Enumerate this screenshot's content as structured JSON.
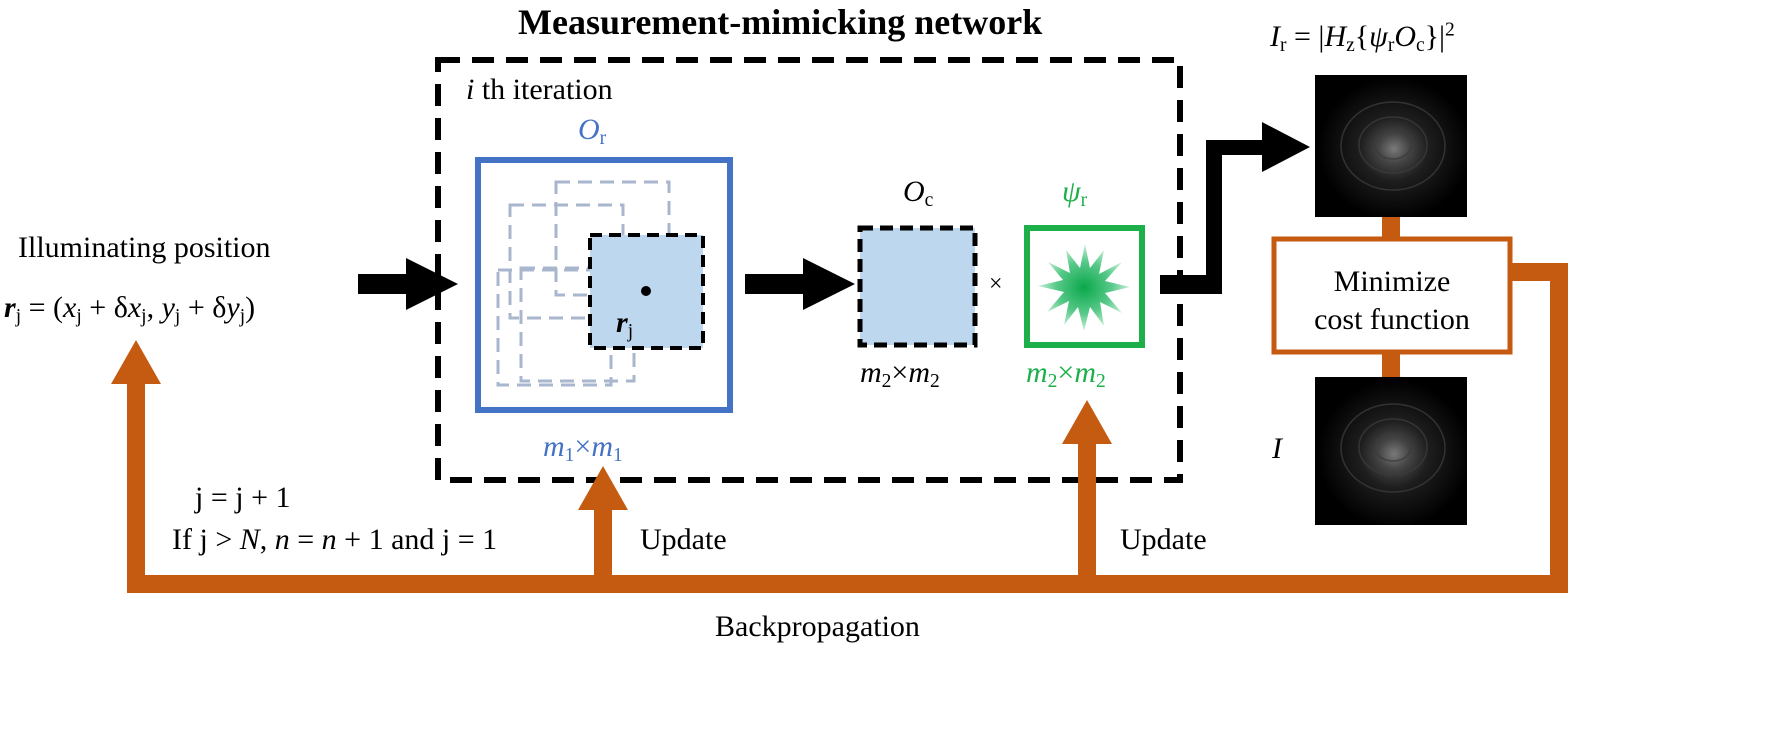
{
  "colors": {
    "blue": "#4472C4",
    "light_blue": "#BDD7EE",
    "green": "#1DB04A",
    "orange": "#C55A11",
    "black": "#000000"
  },
  "title": "Measurement-mimicking network",
  "iteration_label": {
    "var": "i",
    "text": " th iteration"
  },
  "illuminating": {
    "label": "Illuminating position",
    "formula": {
      "r": "r",
      "r_sub": "j",
      "eq": " = (",
      "x": "x",
      "x_sub": "j",
      "plus1": " + δ",
      "x2": "x",
      "x2_sub": "j",
      "comma": ", ",
      "y": "y",
      "y_sub": "j",
      "plus2": " + δ",
      "y2": "y",
      "y2_sub": "j",
      "close": ")"
    }
  },
  "object_box": {
    "label_main": "O",
    "label_sub": "r",
    "size_main": "m",
    "size_sub1": "1",
    "size_x": "×",
    "size_main2": "m",
    "size_sub2": "1",
    "r_label": "r",
    "r_sub": "j"
  },
  "crop_box": {
    "label_main": "O",
    "label_sub": "c",
    "size_main": "m",
    "size_sub1": "2",
    "size_x": "×",
    "size_main2": "m",
    "size_sub2": "2"
  },
  "multiply": "×",
  "probe_box": {
    "label_main": "ψ",
    "label_sub": "r",
    "size_main": "m",
    "size_sub1": "2",
    "size_x": "×",
    "size_main2": "m",
    "size_sub2": "2"
  },
  "output": {
    "formula_I": "I",
    "formula_I_sub": "r",
    "formula_eq": " = |",
    "formula_H": "H",
    "formula_H_sub": "z",
    "formula_open": "{",
    "formula_psi": "ψ",
    "formula_psi_sub": "r",
    "formula_O": "O",
    "formula_O_sub": "c",
    "formula_close": "}|",
    "formula_exp": "2",
    "measured_label": "I"
  },
  "cost_box": {
    "line1": "Minimize",
    "line2": "cost function"
  },
  "loop": {
    "line1": "j = j + 1",
    "line2_a": "If j > ",
    "line2_N": "N",
    "line2_b": ", ",
    "line2_n": "n",
    "line2_c": " = ",
    "line2_n2": "n",
    "line2_d": " + 1 and j = 1"
  },
  "update_left": "Update",
  "update_right": "Update",
  "backprop": "Backpropagation"
}
